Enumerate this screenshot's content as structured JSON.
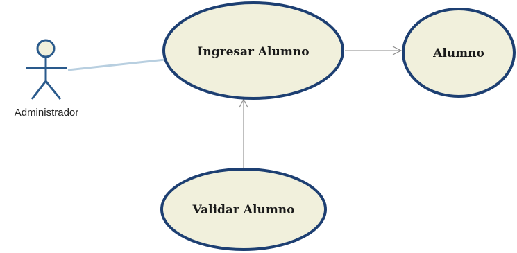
{
  "diagram": {
    "actor": {
      "label": "Administrador"
    },
    "use_cases": {
      "ingresar": {
        "label": "Ingresar Alumno"
      },
      "alumno": {
        "label": "Alumno"
      },
      "validar": {
        "label": "Validar Alumno"
      }
    },
    "colors": {
      "ellipse_fill": "#f1f0dc",
      "ellipse_stroke": "#1d3f72",
      "actor_stroke": "#2a5a8c",
      "actor_head_fill": "#f1f0dc",
      "association_line": "#b8cfe0",
      "dependency_line": "#8a8a8a"
    }
  }
}
